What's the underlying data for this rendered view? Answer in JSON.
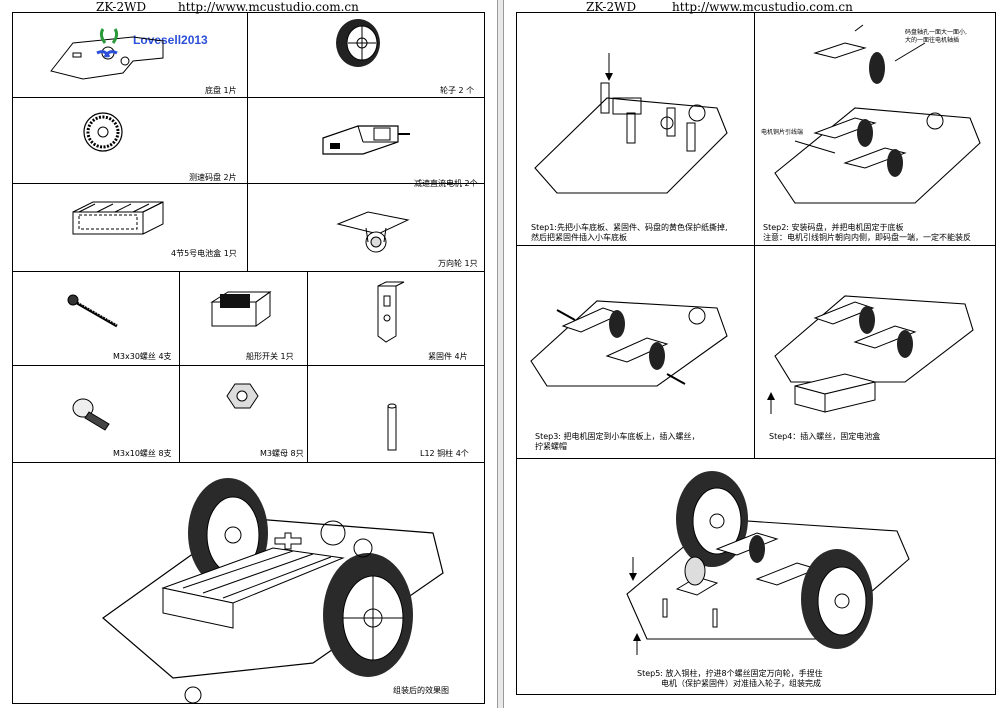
{
  "header": {
    "model": "ZK-2WD",
    "url": "http://www.mcustudio.com.cn"
  },
  "watermark": {
    "text": "Lovesell2013",
    "color": "#2b4fd8"
  },
  "parts": [
    {
      "label": "底盘 1片"
    },
    {
      "label": "轮子 2 个"
    },
    {
      "label": "测速码盘 2片"
    },
    {
      "label": "减速直流电机 2个"
    },
    {
      "label": "4节5号电池盒 1只"
    },
    {
      "label": "万向轮 1只"
    },
    {
      "label": "M3x30螺丝 4支"
    },
    {
      "label": "船形开关 1只"
    },
    {
      "label": "紧固件 4片"
    },
    {
      "label": "M3x10螺丝 8支"
    },
    {
      "label": "M3螺母 8只"
    },
    {
      "label": "L12 铜柱 4个"
    }
  ],
  "assembled_label": "组装后的效果图",
  "steps": {
    "step1": {
      "line1": "Step1:先把小车底板、紧固件、码盘的黄色保护纸撕掉,",
      "line2": "然后把紧固件插入小车底板"
    },
    "step2": {
      "line1": "Step2:  安装码盘，并把电机固定于底板",
      "line2": "注意：电机引线铜片朝向内侧，即码盘一端，一定不能装反"
    },
    "step2_note1": "码盘轴孔一面大一面小,",
    "step2_note2": "大的一面往电机轴插",
    "step2_callout": "电机铜片引线端",
    "step3": {
      "line1": "Step3: 把电机固定到小车底板上，插入螺丝，",
      "line2": "拧紧螺帽"
    },
    "step4": {
      "line1": "Step4：插入螺丝，固定电池盒"
    },
    "step5": {
      "line1": "Step5: 放入铜柱，拧进8个螺丝固定万向轮，手捏住",
      "line2": "电机（保护紧固件）对准插入轮子，组装完成"
    }
  }
}
